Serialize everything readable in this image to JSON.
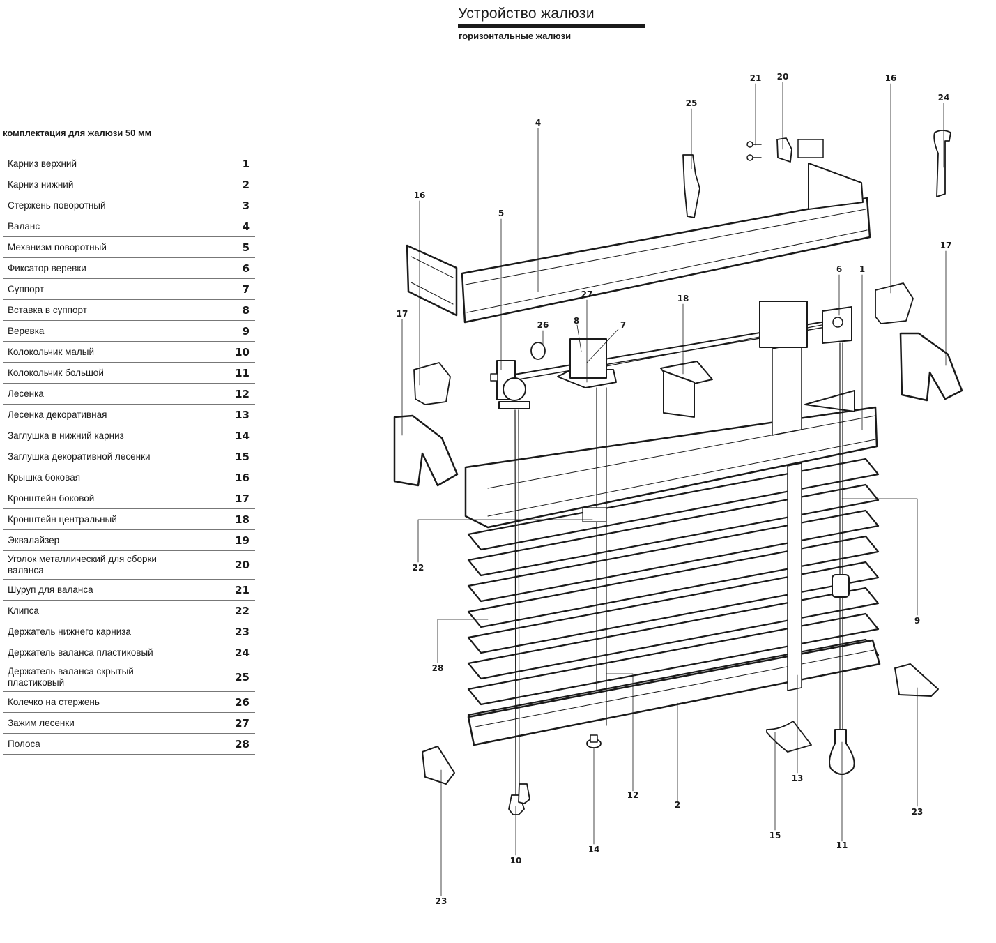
{
  "header": {
    "title": "Устройство жалюзи",
    "subtitle": "горизонтальные жалюзи"
  },
  "parts_list": {
    "heading": "комплектация для жалюзи 50 мм",
    "items": [
      {
        "name": "Карниз верхний",
        "number": "1"
      },
      {
        "name": "Карниз нижний",
        "number": "2"
      },
      {
        "name": "Стержень поворотный",
        "number": "3"
      },
      {
        "name": "Валанс",
        "number": "4"
      },
      {
        "name": "Механизм поворотный",
        "number": "5"
      },
      {
        "name": "Фиксатор веревки",
        "number": "6"
      },
      {
        "name": "Суппорт",
        "number": "7"
      },
      {
        "name": "Вставка в суппорт",
        "number": "8"
      },
      {
        "name": "Веревка",
        "number": "9"
      },
      {
        "name": "Колокольчик малый",
        "number": "10"
      },
      {
        "name": "Колокольчик большой",
        "number": "11"
      },
      {
        "name": "Лесенка",
        "number": "12"
      },
      {
        "name": "Лесенка декоративная",
        "number": "13"
      },
      {
        "name": "Заглушка в нижний карниз",
        "number": "14"
      },
      {
        "name": "Заглушка декоративной лесенки",
        "number": "15"
      },
      {
        "name": "Крышка боковая",
        "number": "16"
      },
      {
        "name": "Кронштейн боковой",
        "number": "17"
      },
      {
        "name": "Кронштейн центральный",
        "number": "18"
      },
      {
        "name": "Эквалайзер",
        "number": "19"
      },
      {
        "name": "Уголок металлический для сборки валанса",
        "number": "20"
      },
      {
        "name": "Шуруп для валанса",
        "number": "21"
      },
      {
        "name": "Клипса",
        "number": "22"
      },
      {
        "name": "Держатель нижнего карниза",
        "number": "23"
      },
      {
        "name": "Держатель валанса пластиковый",
        "number": "24"
      },
      {
        "name": "Держатель валанса скрытый пластиковый",
        "number": "25"
      },
      {
        "name": "Колечко на стержень",
        "number": "26"
      },
      {
        "name": "Зажим лесенки",
        "number": "27"
      },
      {
        "name": "Полоса",
        "number": "28"
      }
    ]
  },
  "diagram": {
    "callouts": [
      "1",
      "2",
      "4",
      "5",
      "6",
      "7",
      "8",
      "9",
      "10",
      "11",
      "12",
      "13",
      "14",
      "15",
      "16",
      "16",
      "17",
      "17",
      "18",
      "20",
      "21",
      "22",
      "23",
      "23",
      "24",
      "25",
      "26",
      "27",
      "28"
    ]
  }
}
